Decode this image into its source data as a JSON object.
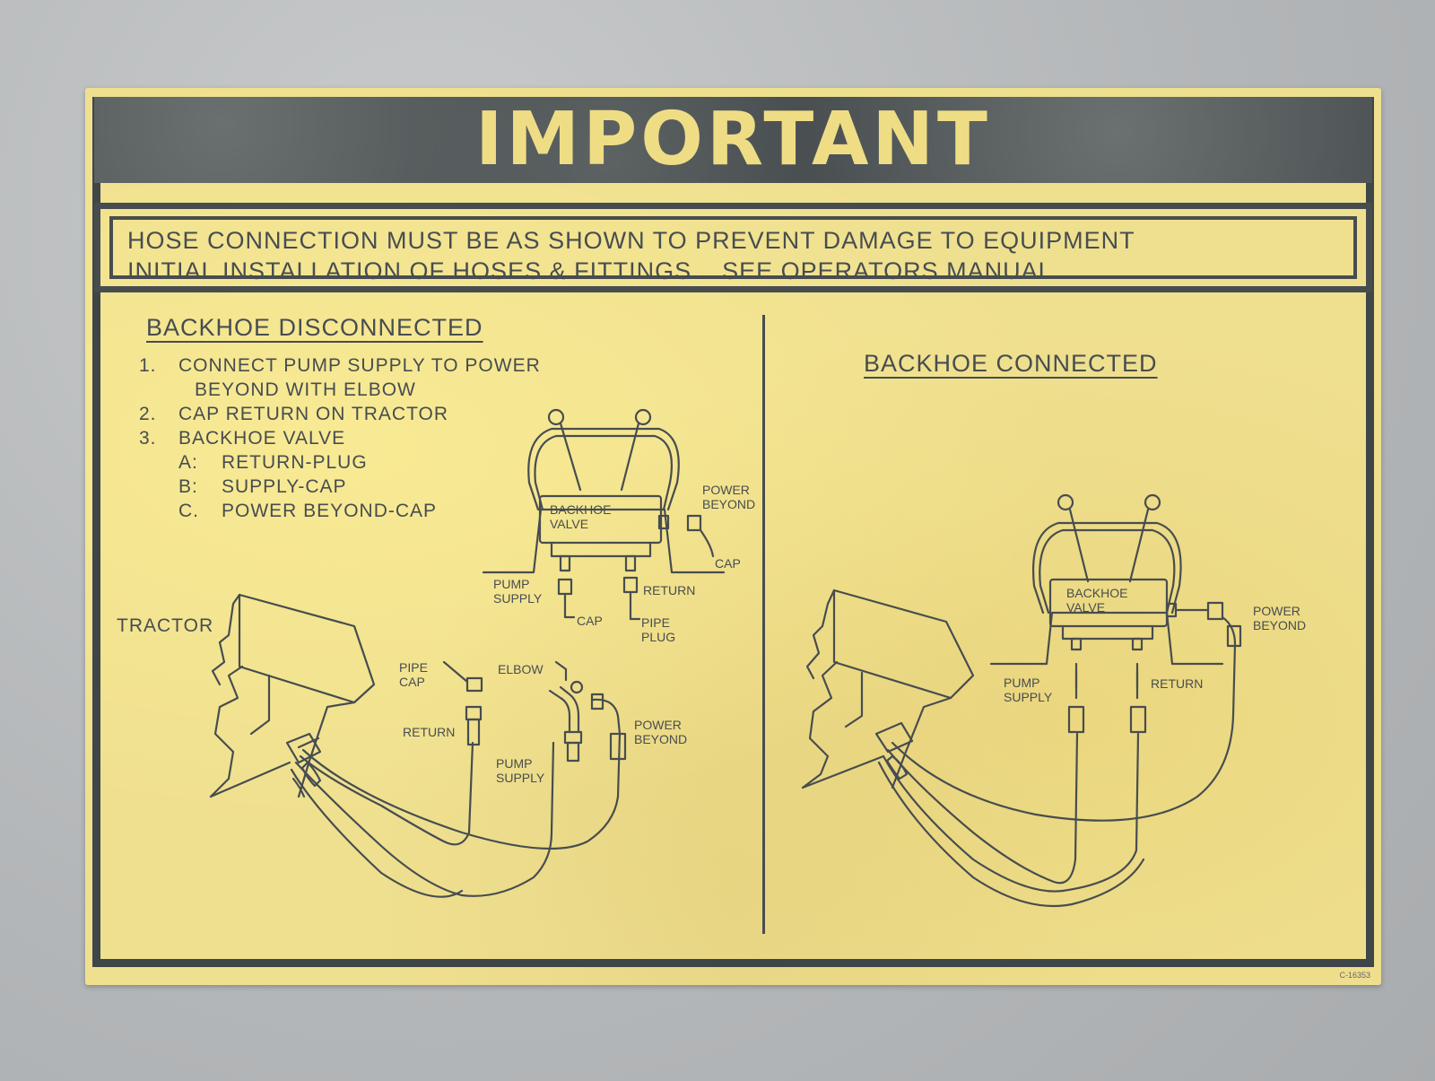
{
  "title": "IMPORTANT",
  "notice": {
    "line1": "HOSE CONNECTION MUST BE AS SHOWN TO PREVENT DAMAGE TO EQUIPMENT",
    "line2": "INITIAL INSTALLATION OF HOSES & FITTINGS    SEE OPERATORS MANUAL"
  },
  "disconnected": {
    "heading": "BACKHOE DISCONNECTED",
    "steps": [
      {
        "num": "1.",
        "text": "CONNECT PUMP SUPPLY TO POWER",
        "cont": "BEYOND WITH ELBOW"
      },
      {
        "num": "2.",
        "text": "CAP RETURN ON TRACTOR"
      },
      {
        "num": "3.",
        "text": "BACKHOE VALVE"
      }
    ],
    "substeps": [
      {
        "num": "A:",
        "text": "RETURN-PLUG"
      },
      {
        "num": "B:",
        "text": "SUPPLY-CAP"
      },
      {
        "num": "C.",
        "text": "POWER BEYOND-CAP"
      }
    ],
    "labels": {
      "backhoe_valve": "BACKHOE\nVALVE",
      "power_beyond_top": "POWER\nBEYOND",
      "cap_right": "CAP",
      "pump_supply_top": "PUMP\nSUPPLY",
      "return_top": "RETURN",
      "cap_bottom": "CAP",
      "pipe_plug": "PIPE\nPLUG",
      "tractor": "TRACTOR",
      "pipe_cap": "PIPE\nCAP",
      "elbow": "ELBOW",
      "return_low": "RETURN",
      "pump_supply_low": "PUMP\nSUPPLY",
      "power_beyond_low": "POWER\nBEYOND"
    }
  },
  "connected": {
    "heading": "BACKHOE CONNECTED",
    "labels": {
      "backhoe_valve": "BACKHOE\nVALVE",
      "power_beyond": "POWER\nBEYOND",
      "pump_supply": "PUMP\nSUPPLY",
      "return": "RETURN"
    }
  },
  "part_code": "C-16353",
  "colors": {
    "decal": "#efe090",
    "ink": "#474d4f",
    "title_text": "#efdd86"
  }
}
